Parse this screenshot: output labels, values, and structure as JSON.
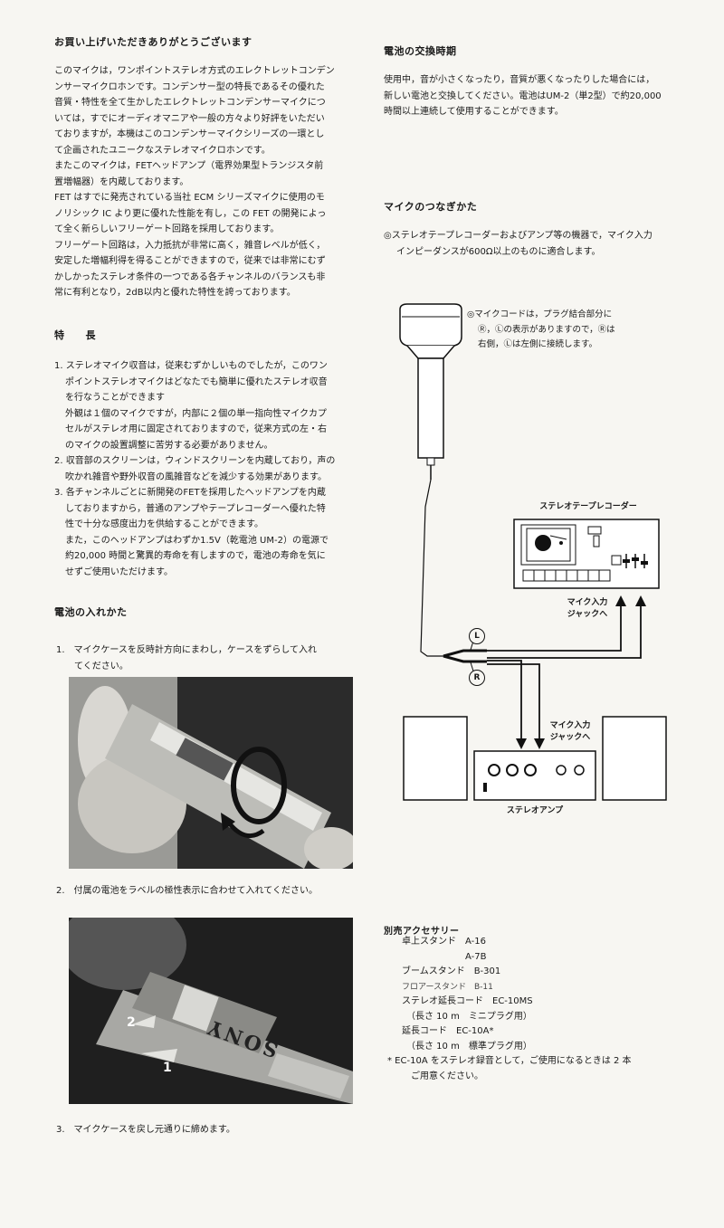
{
  "greeting": {
    "title": "お買い上げいただきありがとうございます",
    "lines": [
      "このマイクは，ワンポイントステレオ方式のエレクトレットコンデン",
      "ンサーマイクロホンです。コンデンサー型の特長であるその優れた",
      "音質・特性を全て生かしたエレクトレットコンデンサーマイクにつ",
      "いては，すでにオーディオマニアや一般の方々より好評をいただい",
      "ておりますが，本機はこのコンデンサーマイクシリーズの一環とし",
      "て企画されたユニークなステレオマイクロホンです。",
      "またこのマイクは，FETヘッドアンプ（電界効果型トランジスタ前",
      "置増幅器）を内蔵しております。",
      "FET はすでに発売されている当社 ECM シリーズマイクに使用のモ",
      "ノリシック IC より更に優れた性能を有し，この FET の開発によっ",
      "て全く新らしいフリーゲート回路を採用しております。",
      "フリーゲート回路は，入力抵抗が非常に高く，雑音レベルが低く，",
      "安定した増幅利得を得ることができますので，従来では非常にむず",
      "かしかったステレオ条件の一つである各チャンネルのバランスも非",
      "常に有利となり，2dB以内と優れた特性を誇っております。"
    ]
  },
  "features": {
    "title": "特　　長",
    "lines": [
      "1. ステレオマイク収音は，従来むずかしいものでしたが，このワン",
      "ポイントステレオマイクはどなたでも簡単に優れたステレオ収音",
      "を行なうことができます",
      "外観は１個のマイクですが，内部に２個の単一指向性マイクカプ",
      "セルがステレオ用に固定されておりますので，従来方式の左・右",
      "のマイクの設置調整に苦労する必要がありません。",
      "2. 収音部のスクリーンは，ウィンドスクリーンを内蔵しており，声の",
      "吹かれ雑音や野外収音の風雑音などを減少する効果があります。",
      "3. 各チャンネルごとに新開発のFETを採用したヘッドアンプを内蔵",
      "しておりますから，普通のアンプやテープレコーダーへ優れた特",
      "性で十分な感度出力を供給することができます。",
      "また，このヘッドアンプはわずか1.5V（乾電池 UM-2）の電源で",
      "約20,000 時間と驚異的寿命を有しますので，電池の寿命を気に",
      "せずご使用いただけます。"
    ]
  },
  "battery_insert": {
    "title": "電池の入れかた",
    "step1": [
      "1.　マイクケースを反時計方向にまわし，ケースをずらして入れ",
      "てください。"
    ],
    "step2": "2.　付属の電池をラベルの極性表示に合わせて入れてください。",
    "step3": "3.　マイクケースを戻し元通りに締めます。",
    "photo2_brand": "SONY",
    "photo2_arrows": [
      "2",
      "1"
    ]
  },
  "battery_replace": {
    "title": "電池の交換時期",
    "lines": [
      "使用中，音が小さくなったり，音質が悪くなったりした場合には，",
      "新しい電池と交換してください。電池はUM-2（単2型）で約20,000",
      "時間以上連続して使用することができます。"
    ]
  },
  "connection": {
    "title": "マイクのつなぎかた",
    "lines": [
      "◎ステレオテープレコーダーおよびアンプ等の機器で，マイク入力",
      "インピーダンスが600Ω以上のものに適合します。"
    ],
    "cord_note": [
      "◎マイクコードは，プラグ結合部分に",
      "Ⓡ，Ⓛの表示がありますので，Ⓡは",
      "右側，Ⓛは左側に接続します。"
    ],
    "recorder_label": "ステレオテープレコーダー",
    "recorder_jack": [
      "マイク入力",
      "ジャックへ"
    ],
    "amp_jack": [
      "マイク入力",
      "ジャックへ"
    ],
    "amp_label": "ステレオアンプ",
    "plug_l": "L",
    "plug_r": "R"
  },
  "accessories": {
    "title": "別売アクセサリー",
    "lines": [
      "卓上スタンド　A-16",
      "　　　　　　　A-7B",
      "ブームスタンド　B-301",
      "フロアースタンド　B-11",
      "ステレオ延長コード　EC-10MS",
      "　（長さ 10 m　ミニプラグ用）",
      "延長コード　EC-10A*",
      "　（長さ 10 m　標準プラグ用）",
      "* EC-10A をステレオ録音として，ご使用になるときは 2 本",
      "　ご用意ください。"
    ]
  }
}
